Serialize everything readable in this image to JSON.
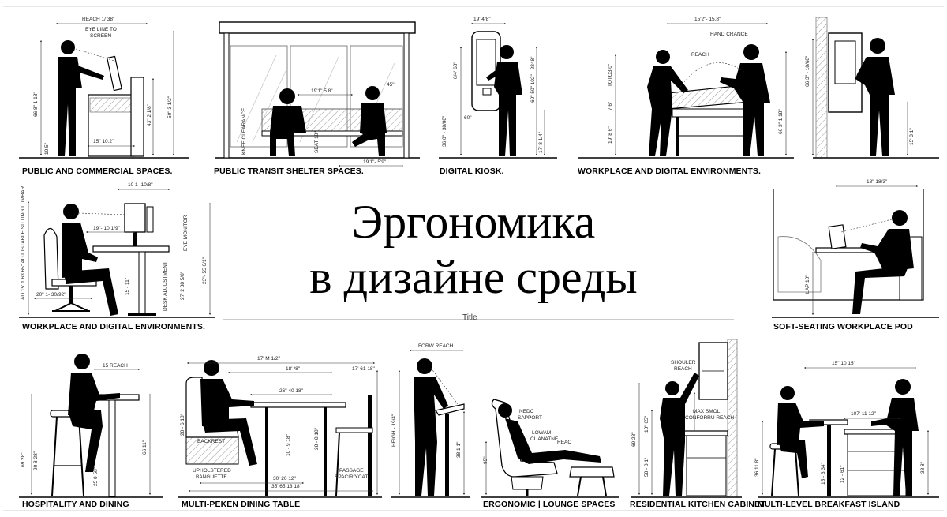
{
  "title": {
    "line1": "Эргономика",
    "line2": "в дизайне среды",
    "caption": "Title"
  },
  "panels": {
    "public": {
      "label": "PUBLIC AND COMMERCIAL SPACES.",
      "dims": {
        "reach": "REACH 1/ 38\"",
        "eye": "EYE LINE TO",
        "screen": "SCREEN",
        "h1": "66 8\" 1 18\"",
        "h2": "43\" 2 1/8\"",
        "h3": "50\" 3 1/2\"",
        "base": "15\" 10.2\"",
        "low": "10.5\""
      }
    },
    "transit": {
      "label": "PUBLIC TRANSIT SHELTER SPACES.",
      "dims": {
        "seat": "19'1\" 5.8\"",
        "angle": "45\"",
        "width": "19'1\"- 5'9\"",
        "knee": "KNEE CLEARANCE",
        "seat_h": "SEAT 18\""
      }
    },
    "kiosk": {
      "label": "DIGITAL KIOSK.",
      "dims": {
        "top": "19' 4/8\"",
        "a": "0/4' 68\"",
        "b": "60\" 50\" 102\" - 2848\"",
        "c": "36.0\" - 38/08\"",
        "ang": "60\"",
        "d": "17' 8 1/4\""
      }
    },
    "workplace_top": {
      "label": "WORKPLACE AND DIGITAL ENVIRONMENTS.",
      "dims": {
        "span": "15'2\"- 15.8\"",
        "hand": "HAND CRANCE",
        "reach": "REACH",
        "a": "TOTO3.0\"",
        "b": "7 6\"",
        "c": "19' 8 6\"",
        "d": "66 3\" 1 18\""
      }
    },
    "wall_kiosk": {
      "dims": {
        "a": "66 3\" - 18/68\"",
        "b": "15' 3 1\""
      }
    },
    "workplace_mid": {
      "label": "WORKPLACE AND DIGITAL ENVIRONMENTS.",
      "dims": {
        "top": "10 1- 10/8\"",
        "mid": "19\"- 10 1/9\"",
        "a": "AD 15' 1 63.65\" ADJUSTABLE SITTING LUMBAR",
        "b": "20\" 1- 30/92\"",
        "c": "15 - 11\"",
        "d": "DESK ADJUSTMENT",
        "e": "27' 2 38 5/8\"",
        "f": "EYE MONITOR",
        "g": "23\"- 55 0/1\""
      }
    },
    "pod": {
      "label": "SOFT-SEATING WORKPLACE POD",
      "dims": {
        "top": "18\" 18/3\"",
        "h": "LAP 18\""
      }
    },
    "hospitality": {
      "label": "HOSPITALITY AND DINING",
      "dims": {
        "reach": "15 REACH",
        "a": "69 28\"",
        "b": "20 8 28\"",
        "c": "66 11\"",
        "d": "25 0 58\""
      }
    },
    "dining": {
      "label": "MULTI-PEKEN DINING TABLE",
      "dims": {
        "total": "17' M 1/2\"",
        "a": "18' /8\"",
        "b": "17' 61 18\"",
        "c": "26\" 40 18\"",
        "d": "28 - 6 18\"",
        "e": "10 - 9 18\"",
        "f": "28 - 8 18\"",
        "back": "BACKREST",
        "uph1": "UPHOLSTERED",
        "uph2": "BANGUETTE",
        "pass1": "PASSAGE",
        "pass2": "SPACIR/YCAT",
        "g": "30' 20 12\"",
        "h": "35' 65 13 18\""
      }
    },
    "lectern": {
      "dims": {
        "reach": "FORW REACH",
        "a": "HEIGH - 19/4\"",
        "b": "38 1 1\""
      }
    },
    "lounge": {
      "label": "ERGONOMIC | LOUNGE SPACES",
      "dims": {
        "neck1": "NEDC",
        "neck2": "SAPPORT",
        "lum1": "LOWAMI",
        "lum2": "CUANATNE",
        "recl": "REAC",
        "ang": "95\""
      }
    },
    "kitchen": {
      "label": "RESIDENTIAL KITCHEN CABINET",
      "dims": {
        "reach1": "SHOULER",
        "reach2": "REACH",
        "comfort1": "MAX SMOL",
        "comfort2": "CONFORRU REACH",
        "a": "69 28\"",
        "b": "10\" 65\"",
        "c": "58 - 0 1\""
      }
    },
    "island": {
      "label": "MULTI-LEVEL BREAKFAST ISLAND",
      "dims": {
        "top": "15\" 10 15\"",
        "a": "107' 11 12\"",
        "b": "36 11 8\"",
        "c": "15 - 3 34\"",
        "d": "12 - 61\"",
        "e": "38 8\""
      }
    }
  },
  "colors": {
    "ink": "#000000",
    "line": "#555555",
    "hatch": "#888888",
    "paper": "#ffffff"
  }
}
